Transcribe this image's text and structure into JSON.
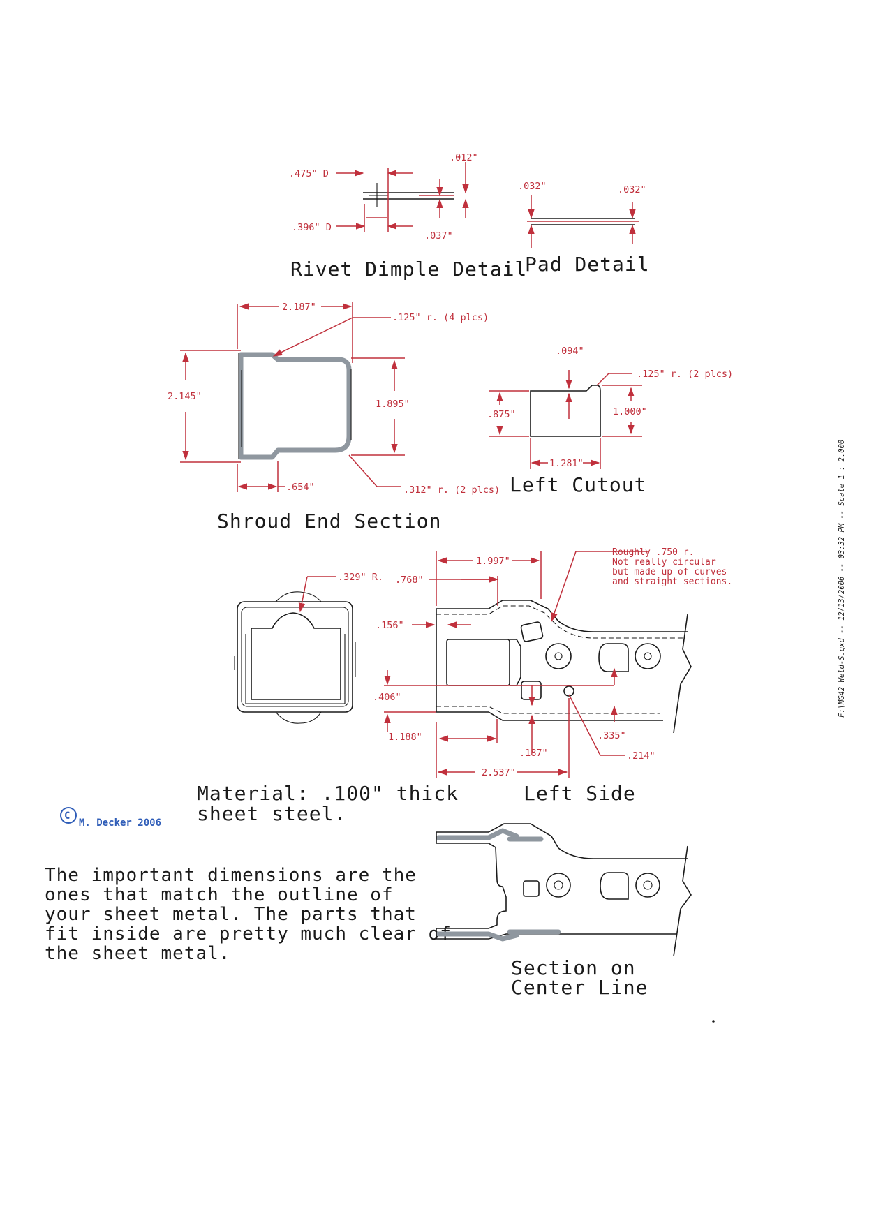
{
  "rivet_dimple": {
    "title": "Rivet Dimple Detail",
    "dims": [
      ".475\" D",
      ".396\" D",
      ".012\"",
      ".037\""
    ]
  },
  "pad_detail": {
    "title": "Pad  Detail",
    "dims": [
      ".032\"",
      ".032\""
    ]
  },
  "shroud_end": {
    "title": "Shroud End Section",
    "dims": [
      "2.187\"",
      ".125\" r. (4 plcs)",
      "2.145\"",
      "1.895\"",
      ".654\"",
      ".312\" r. (2 plcs)"
    ]
  },
  "left_cutout": {
    "title": "Left Cutout",
    "dims": [
      ".094\"",
      ".125\" r. (2 plcs)",
      ".875\"",
      "1.000\"",
      "1.281\""
    ]
  },
  "end_view": {
    "dims": [
      ".329\" R."
    ]
  },
  "left_side": {
    "title": "Left Side",
    "dims": [
      "1.997\"",
      ".768\"",
      ".156\"",
      ".406\"",
      "1.188\"",
      ".187\"",
      "2.537\"",
      ".335\"",
      ".214\""
    ],
    "note_lines": [
      "Roughly .750 r.",
      "Not really circular",
      "but made up of curves",
      "and straight sections."
    ]
  },
  "material": {
    "lines": [
      "Material: .100\" thick",
      "sheet steel."
    ]
  },
  "copyright": {
    "symbol": "C",
    "text": "M. Decker 2006"
  },
  "important_note": {
    "lines": [
      "The important dimensions are the",
      "ones that match the outline of",
      "your sheet metal.  The parts that",
      "fit inside are pretty much clear of",
      "the sheet metal."
    ]
  },
  "centerline_section": {
    "title_lines": [
      "Section on",
      "Center Line"
    ]
  },
  "side_stamp": {
    "text": "F:\\MG42 Weld-S.gxd -- 12/13/2006 -- 03:32 PM --  Scale 1 : 2.000"
  },
  "colors": {
    "dimension": "#c0303c",
    "linework": "#1a1a1a",
    "sheet_metal": "#8f979f",
    "copyright": "#2f5db8"
  }
}
